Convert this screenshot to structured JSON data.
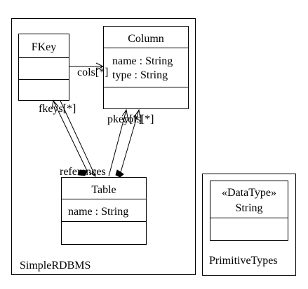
{
  "packages": [
    {
      "id": "simple-rdbms",
      "name": "SimpleRDBMS"
    },
    {
      "id": "primitive-types",
      "name": "PrimitiveTypes"
    }
  ],
  "classes": {
    "fkey": {
      "name": "FKey",
      "attributes": []
    },
    "column": {
      "name": "Column",
      "attributes": [
        "name : String",
        "type : String"
      ]
    },
    "table": {
      "name": "Table",
      "attributes": [
        "name : String"
      ]
    },
    "string": {
      "stereotype": "«DataType»",
      "name": "String",
      "attributes": []
    }
  },
  "associations": {
    "fkey_cols": "cols[*]",
    "table_fkeys": "fkeys[*]",
    "fkey_references": "references",
    "table_pkey": "pkey[*]",
    "table_cols": "cols[*]"
  }
}
